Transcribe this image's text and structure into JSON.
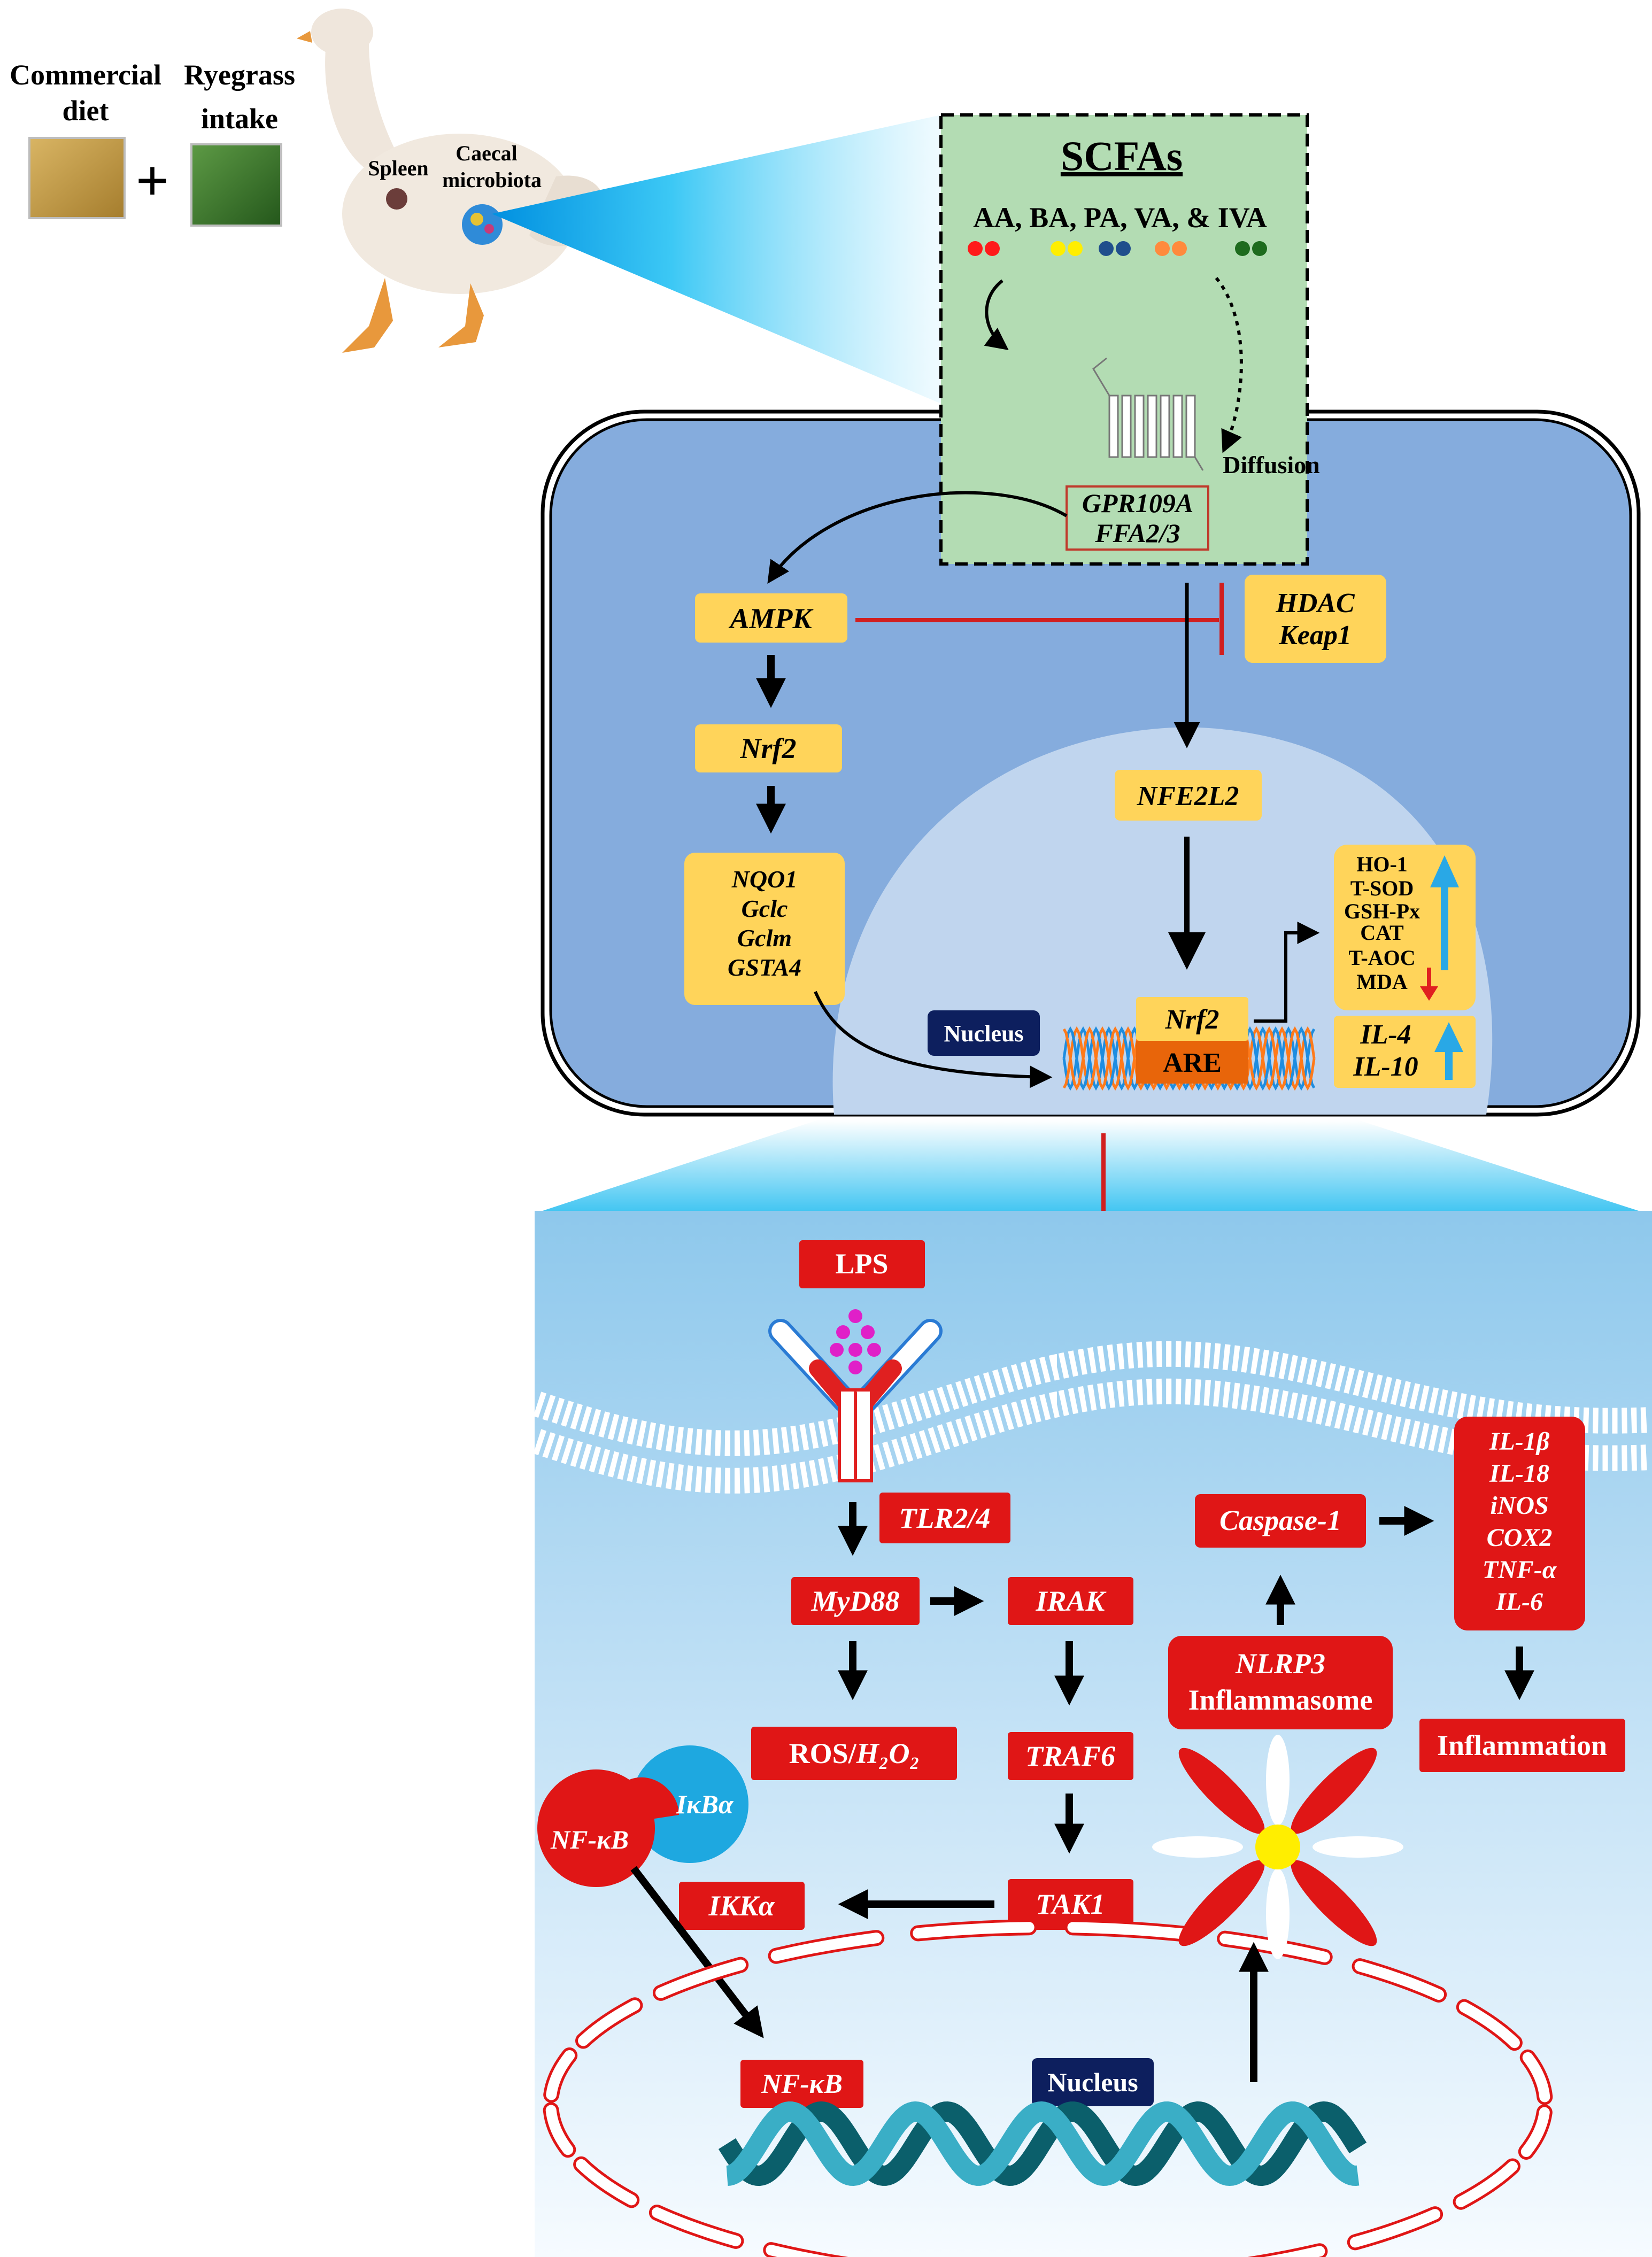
{
  "inputs": {
    "commercial_diet": [
      "Commercial",
      "diet"
    ],
    "plus": "+",
    "ryegrass": [
      "Ryegrass",
      "intake"
    ]
  },
  "goose": {
    "spleen": "Spleen",
    "caecal": [
      "Caecal",
      "microbiota"
    ]
  },
  "scfa": {
    "title": "SCFAs",
    "acids": "AA, BA, PA, VA, & IVA",
    "dot_colors": [
      "#ff1a1a",
      "#ffee00",
      "#1f4e8c",
      "#ff8a3d",
      "#1e6b1e"
    ],
    "diffusion": "Diffusion",
    "receptors": [
      "GPR109A",
      "FFA2/3"
    ]
  },
  "upper_cell": {
    "ampk": "AMPK",
    "nrf2_cyto": "Nrf2",
    "targets": [
      "NQO1",
      "Gclc",
      "Gclm",
      "GSTA4"
    ],
    "inhibited": [
      "HDAC",
      "Keap1"
    ],
    "nfe2l2": "NFE2L2",
    "nucleus_label": "Nucleus",
    "nrf2_nuclear": "Nrf2",
    "are": "ARE",
    "antioxidants": [
      "HO-1",
      "T-SOD",
      "GSH-Px",
      "CAT",
      "T-AOC",
      "MDA"
    ],
    "anti_inflammatory": [
      "IL-4",
      "IL-10"
    ]
  },
  "lower_cell": {
    "lps": "LPS",
    "tlr": "TLR2/4",
    "myd88": "MyD88",
    "irak": "IRAK",
    "ros": [
      "ROS/",
      "H₂O₂"
    ],
    "traf6": "TRAF6",
    "nfkb_complex": "NF-κB",
    "ikba": "IκBα",
    "ikka": "IKKα",
    "tak1": "TAK1",
    "nfkb_nuclear": "NF-κB",
    "nucleus_label": "Nucleus",
    "caspase": "Caspase-1",
    "nlrp3": [
      "NLRP3",
      "Inflammasome"
    ],
    "cytokines": [
      "IL-1β",
      "IL-18",
      "iNOS",
      "COX2",
      "TNF-α",
      "IL-6"
    ],
    "inflammation": "Inflammation"
  }
}
